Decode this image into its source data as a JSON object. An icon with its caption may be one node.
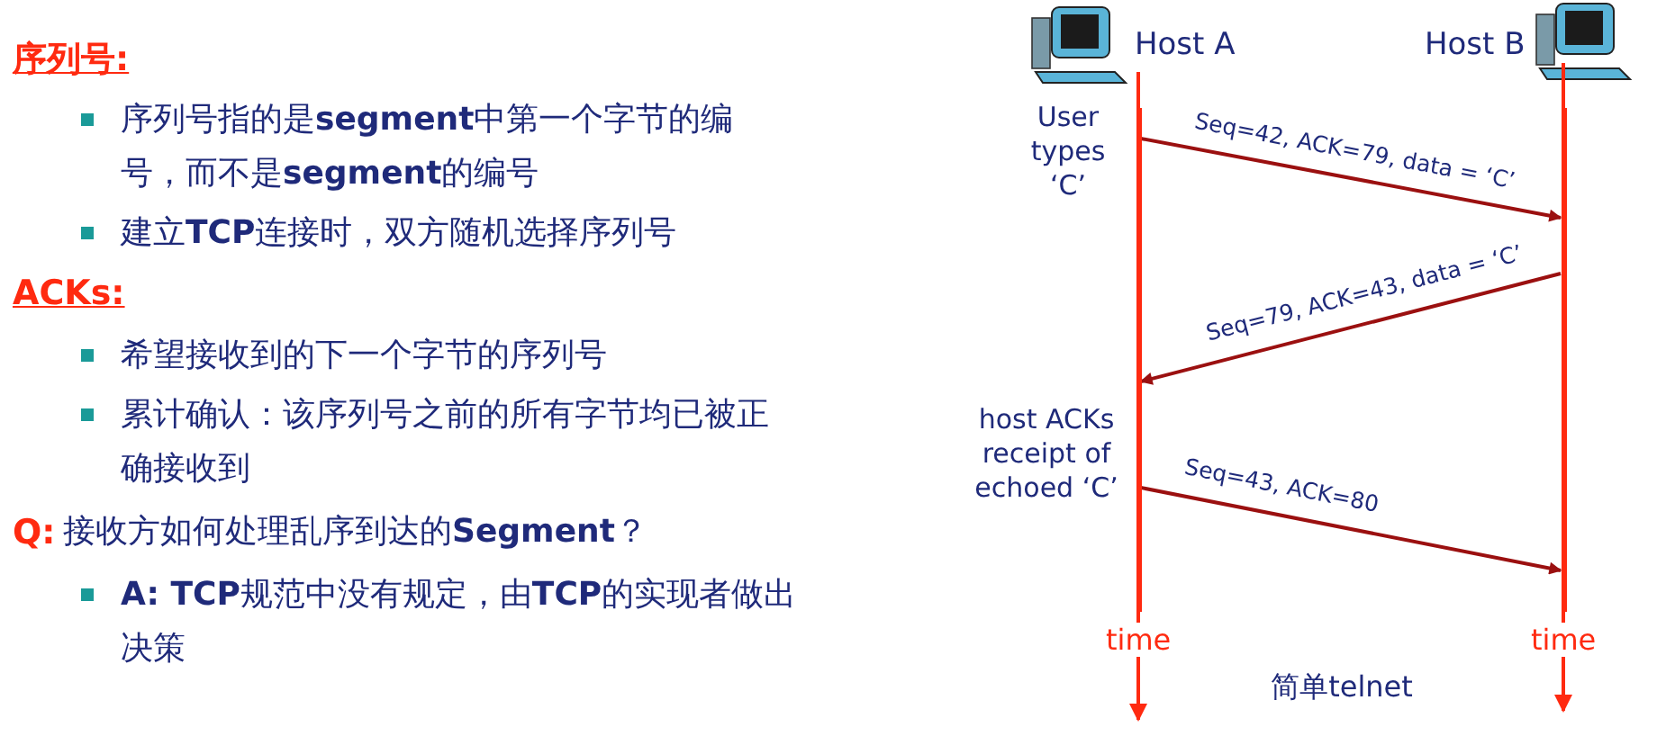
{
  "diagram": {
    "nodes": [
      {
        "text": [
          "Host A"
        ]
      },
      {
        "text": [
          "Host B"
        ]
      },
      {
        "text": [],
        "shape": "bar",
        "beside": [
          "time"
        ]
      },
      {
        "text": [],
        "shape": "bar",
        "beside": [
          "time"
        ]
      }
    ],
    "edges": [
      {
        "from": 2,
        "to": 3,
        "arrow": "to",
        "label": "Seq=42, ACK=79, data = ‘C’"
      },
      {
        "from": 3,
        "to": 2,
        "arrow": "to",
        "label": "Seq=79, ACK=43, data = ‘C’"
      },
      {
        "from": 2,
        "to": 3,
        "arrow": "to",
        "label": "Seq=43, ACK=80"
      }
    ],
    "labels": [
      "序列号:",
      "序列号指的是**segment**中第一个字节的编号，而不是**segment**的编号",
      "建立**TCP**连接时，双方随机选择序列号",
      "ACKs:",
      "希望接收到的下一个字节的序列号",
      "累计确认：该序列号之前的所有字节均已被正确接收到",
      "Q:",
      "接收方如何处理乱序到达的**Segment**？",
      "**A: TCP**规范中没有规定，由**TCP**的实现者做出决策",
      "User types ‘C’",
      "host ACKs receipt of echoed ‘C’",
      "简单telnet"
    ]
  }
}
